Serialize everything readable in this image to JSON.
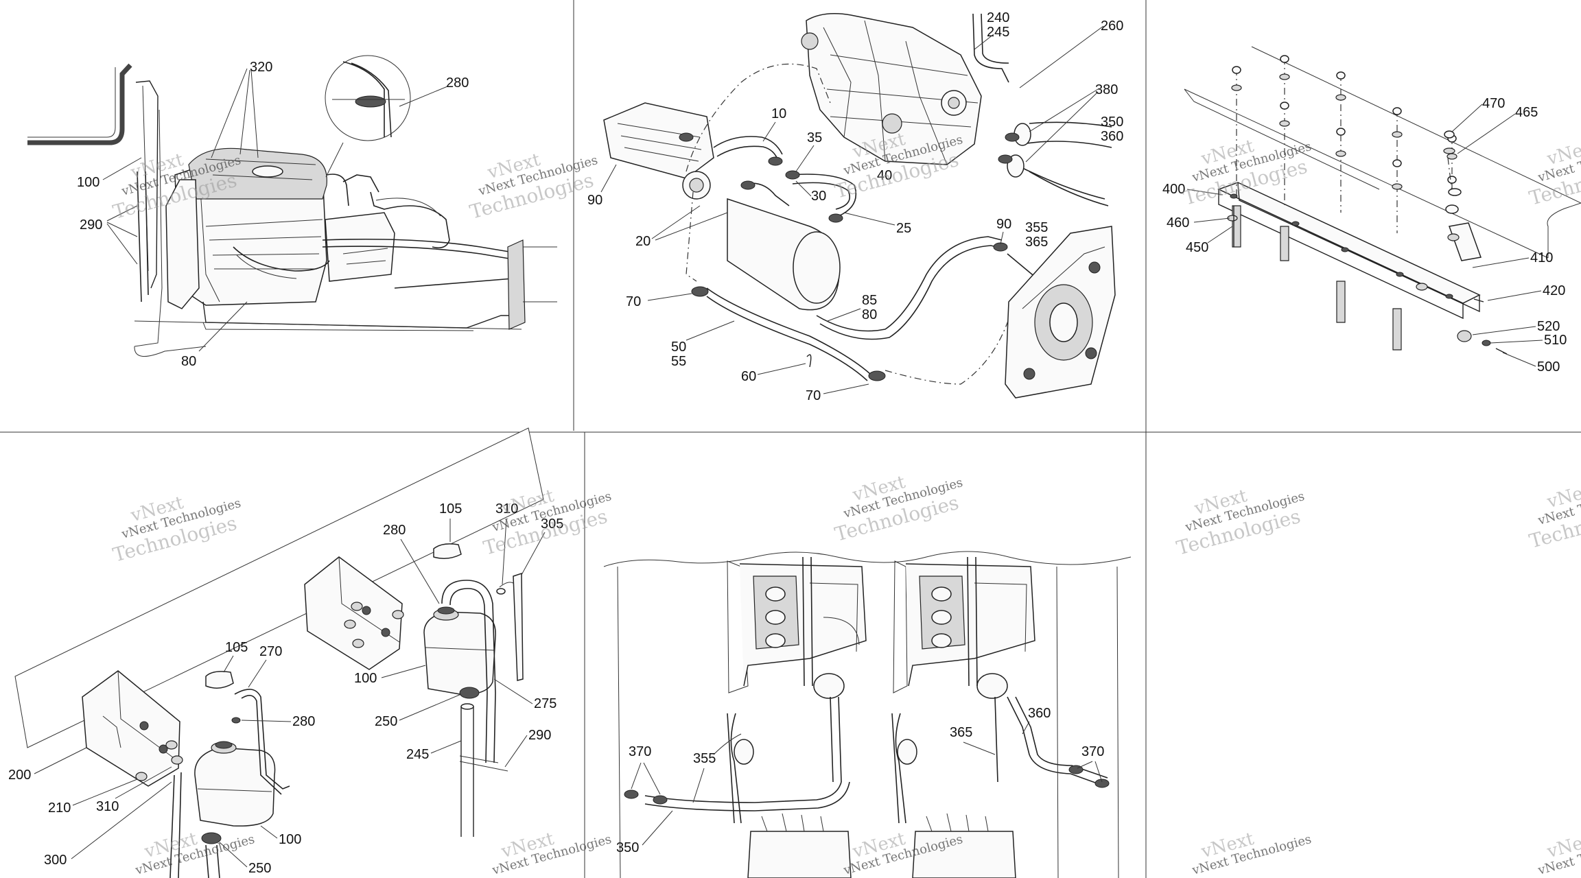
{
  "watermark": {
    "company": "vNext Technologies",
    "logo_text": "vNext",
    "secondary": "Technologies"
  },
  "panels": [
    {
      "id": "engine-cooling-side",
      "callouts": [
        "320",
        "280",
        "100",
        "290",
        "80"
      ]
    },
    {
      "id": "engine-hoses",
      "callouts": [
        "240\n245",
        "260",
        "380",
        "350\n360",
        "10",
        "35",
        "30",
        "40",
        "25",
        "90",
        "20",
        "355\n365",
        "90",
        "70",
        "85\n80",
        "50\n55",
        "60",
        "70"
      ]
    },
    {
      "id": "rail-hardware",
      "callouts": [
        "470",
        "465",
        "400",
        "460",
        "450",
        "410",
        "420",
        "520",
        "510",
        "500"
      ]
    },
    {
      "id": "reservoir-brackets",
      "callouts": [
        "105",
        "310",
        "305",
        "280",
        "100",
        "250",
        "275",
        "245",
        "290",
        "105",
        "270",
        "280",
        "200",
        "210",
        "310",
        "100",
        "300",
        "250"
      ]
    },
    {
      "id": "underside-hoses",
      "callouts": [
        "370",
        "355",
        "350",
        "365",
        "360",
        "370"
      ]
    },
    {
      "id": "empty-panel",
      "callouts": []
    }
  ]
}
